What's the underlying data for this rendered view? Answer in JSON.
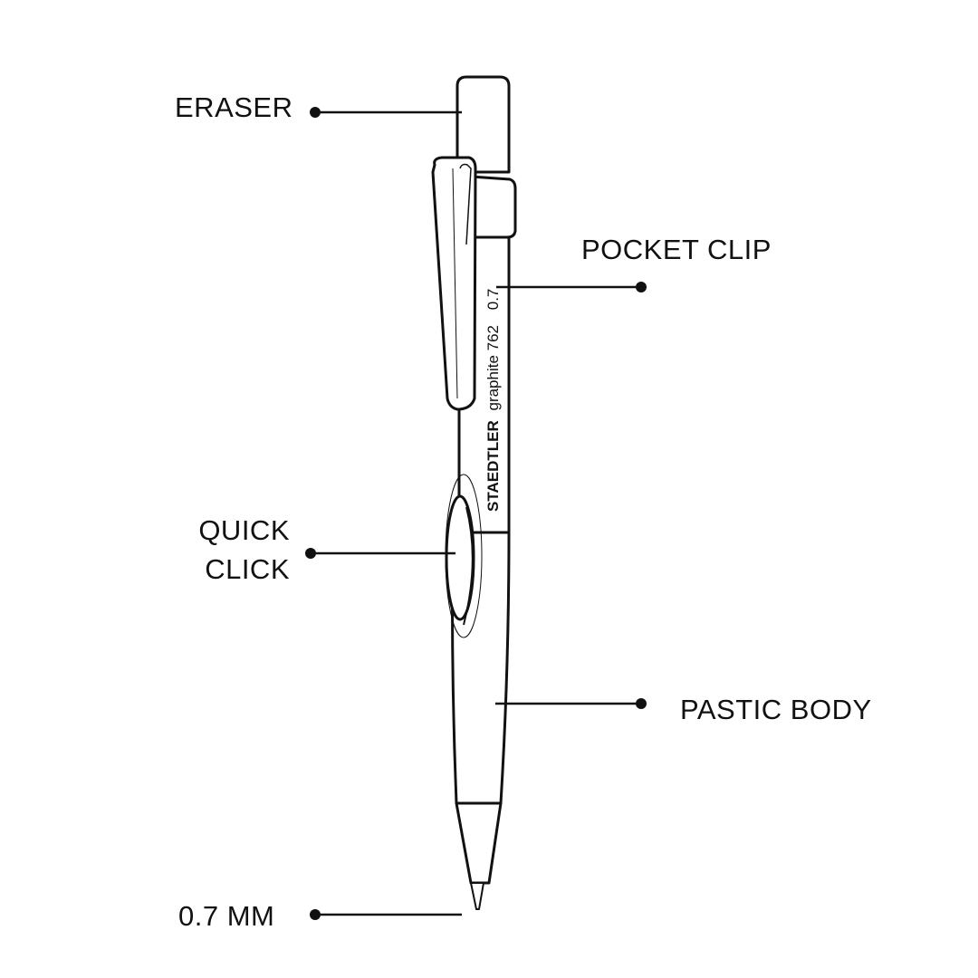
{
  "labels": {
    "eraser": "ERASER",
    "pocket_clip": "POCKET CLIP",
    "quick_click_line1": "QUICK",
    "quick_click_line2": "CLICK",
    "plastic_body": "PASTIC BODY",
    "lead_size": "0.7 MM"
  },
  "pencil_print": {
    "brand": "STAEDTLER",
    "model": "graphite 762",
    "size": "0.7"
  },
  "colors": {
    "ink": "#111111",
    "background": "#ffffff"
  }
}
